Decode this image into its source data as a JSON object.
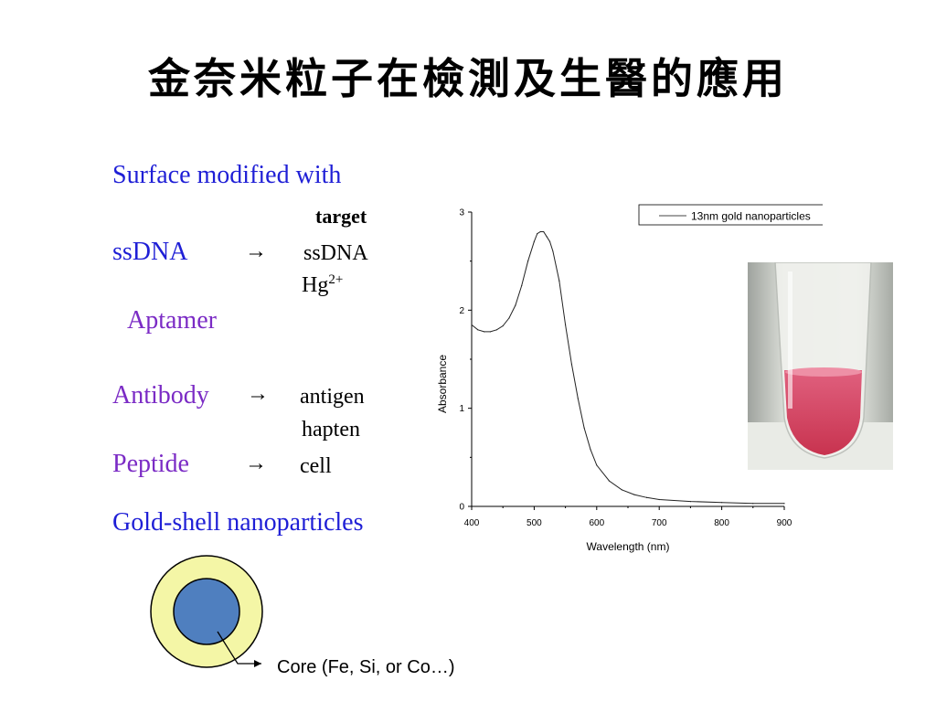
{
  "slide": {
    "title": "金奈米粒子在檢測及生醫的應用"
  },
  "left": {
    "surface_modified": "Surface modified with",
    "target_header": "target",
    "rows": [
      {
        "ligand": "ssDNA",
        "targets": [
          "ssDNA",
          "Hg"
        ],
        "hg_superscript": "2+"
      },
      {
        "ligand": "Aptamer"
      },
      {
        "ligand": "Antibody",
        "targets": [
          "antigen",
          "hapten"
        ]
      },
      {
        "ligand": "Peptide",
        "targets": [
          "cell"
        ]
      }
    ],
    "gold_shell": "Gold-shell nanoparticles",
    "arrow_glyph": "→"
  },
  "diagram": {
    "core_label": "Core (Fe, Si, or Co…)",
    "shell_color": "#f4f6a6",
    "core_color": "#4f7fbf"
  },
  "chart_data": {
    "type": "line",
    "title": "",
    "xlabel": "Wavelength (nm)",
    "ylabel": "Absorbance",
    "xlim": [
      400,
      900
    ],
    "ylim": [
      0,
      3
    ],
    "x_ticks": [
      400,
      500,
      600,
      700,
      800,
      900
    ],
    "y_ticks": [
      0,
      1,
      2,
      3
    ],
    "legend_position": "top-right",
    "series": [
      {
        "name": "13nm gold nanoparticles",
        "x": [
          400,
          410,
          420,
          430,
          440,
          450,
          460,
          470,
          480,
          490,
          500,
          505,
          510,
          515,
          520,
          525,
          530,
          540,
          550,
          560,
          570,
          580,
          590,
          600,
          620,
          640,
          660,
          680,
          700,
          750,
          800,
          850,
          900
        ],
        "y": [
          1.85,
          1.8,
          1.78,
          1.78,
          1.8,
          1.84,
          1.92,
          2.05,
          2.25,
          2.5,
          2.7,
          2.78,
          2.8,
          2.8,
          2.75,
          2.7,
          2.6,
          2.3,
          1.85,
          1.45,
          1.1,
          0.8,
          0.58,
          0.42,
          0.26,
          0.17,
          0.12,
          0.09,
          0.07,
          0.05,
          0.04,
          0.03,
          0.03
        ]
      }
    ]
  }
}
